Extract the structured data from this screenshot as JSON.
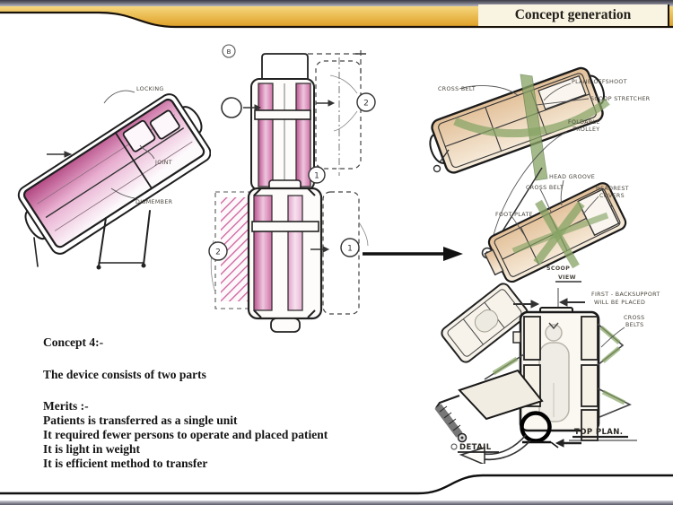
{
  "slide": {
    "title": "Concept generation",
    "colors": {
      "header_gold": "#E7B23A",
      "header_line": "#1A120A",
      "title_bg": "#F9F4E1",
      "sketch_pink": "#C05C98",
      "belt_green": "#87A465",
      "board_tan": "#E4C49E",
      "bar_gray": "#63636F"
    }
  },
  "description": {
    "heading": "Concept 4:-",
    "intro": "The device consists of two parts",
    "merits_heading": "Merits :-",
    "merits": [
      "Patients is transferred as a single unit",
      "It required fewer persons to operate and placed patient",
      "It is light in weight",
      "It is efficient method to transfer"
    ]
  },
  "sketches": {
    "left": {
      "labels": {
        "locking": "LOCKING",
        "joint": "JOINT",
        "dismember": "DISMEMBER"
      }
    },
    "middle": {
      "part_b": "B",
      "num_1": "1",
      "num_2": "2"
    },
    "right_top": {
      "labels": {
        "cross_belt": "CROSS BELT",
        "plane_offshoot": "PLANE OFFSHOOT",
        "scoop_stretcher": "SCOOP STRETCHER",
        "foldable": "FOLDABLE",
        "trolley": "TROLLEY"
      }
    },
    "right_middle": {
      "labels": {
        "head_groove": "HEAD GROOVE",
        "cross_belt": "CROSS BELT",
        "headrest": "HEADREST",
        "covers": "COVERS",
        "foot_plate": "FOOT PLATE",
        "caption_scoop": "SCOOP",
        "caption_view": "VIEW"
      }
    },
    "right_bottom": {
      "labels": {
        "note_1": "FIRST - BACKSUPPORT",
        "note_2": "WILL BE PLACED",
        "cross": "CROSS",
        "belts": "BELTS",
        "top_plan": "TOP PLAN.",
        "detail": "DETAIL"
      }
    }
  }
}
